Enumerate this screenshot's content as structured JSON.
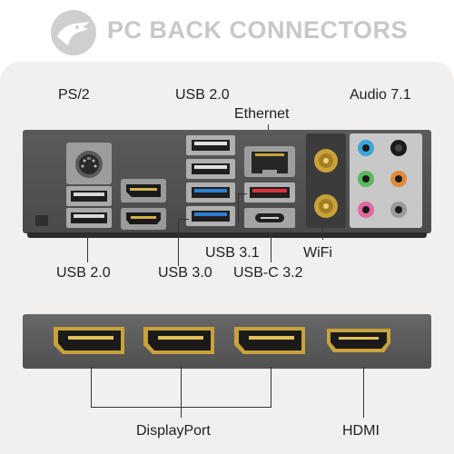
{
  "header": {
    "title": "PC BACK CONNECTORS",
    "logo_icon": "bird-head-logo"
  },
  "labels": {
    "ps2": "PS/2",
    "usb20_top": "USB 2.0",
    "ethernet": "Ethernet",
    "audio": "Audio 7.1",
    "usb20_bottom": "USB 2.0",
    "usb30": "USB 3.0",
    "usb31": "USB 3.1",
    "usbc": "USB-C 3.2",
    "wifi": "WiFi",
    "displayport": "DisplayPort",
    "hdmi": "HDMI"
  },
  "colors": {
    "panel": "#4f4f4f",
    "usb3_blue": "#2a7fd4",
    "usb31_red": "#d8323c",
    "gold": "#c9a23a",
    "audio_blue": "#3aa7d6",
    "audio_green": "#5cb85c",
    "audio_pink": "#e06aa0",
    "audio_orange": "#e08a3a",
    "audio_gray": "#9a9a9a",
    "audio_black": "#1b1b1b"
  }
}
